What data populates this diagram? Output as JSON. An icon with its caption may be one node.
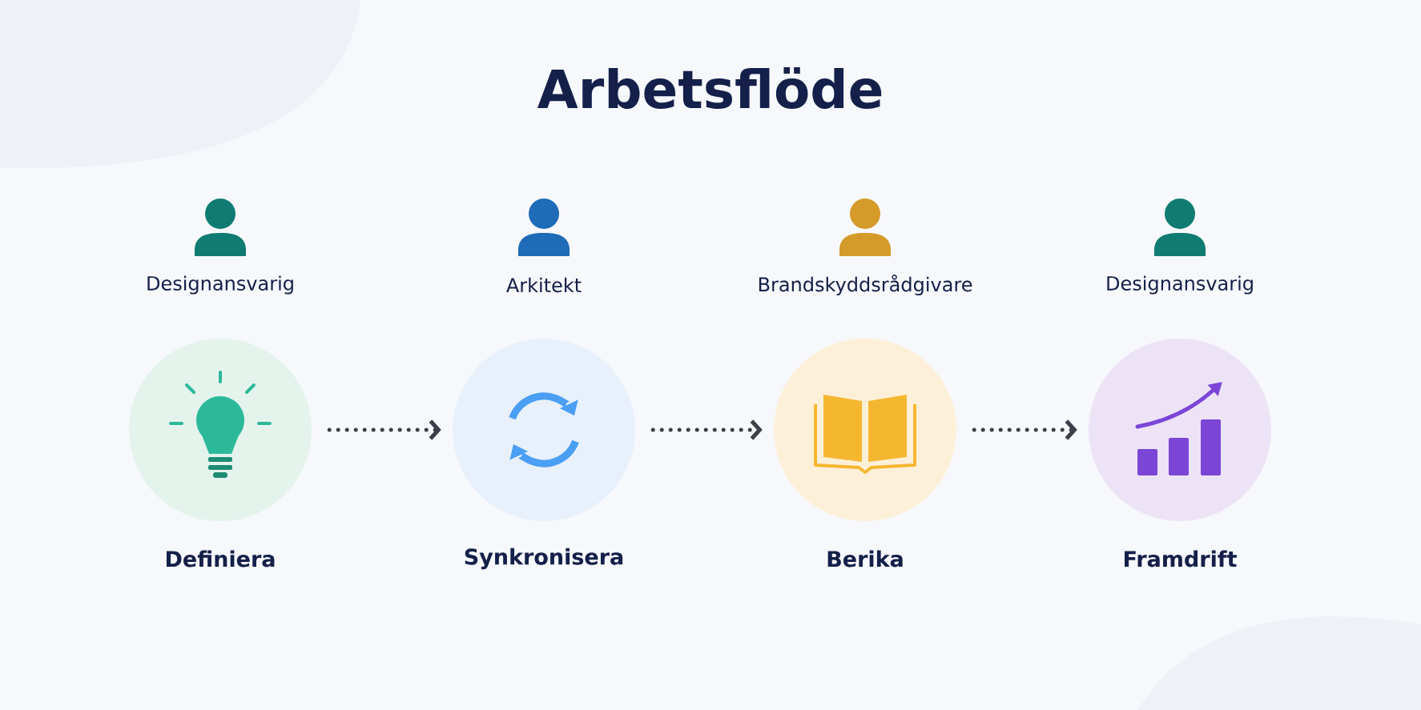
{
  "diagram": {
    "title": "Arbetsflöde",
    "nodes": [
      {
        "text": [
          "Definiera"
        ],
        "beside": [
          "Designansvarig"
        ]
      },
      {
        "text": [
          "Synkronisera"
        ],
        "beside": [
          "Arkitekt"
        ]
      },
      {
        "text": [
          "Berika"
        ],
        "beside": [
          "Brandskyddsrådgivare"
        ]
      },
      {
        "text": [
          "Framdrift"
        ],
        "beside": [
          "Designansvarig"
        ]
      }
    ],
    "edges": [
      {
        "from": 0,
        "to": 1,
        "arrow": "to",
        "style": "dashed"
      },
      {
        "from": 1,
        "to": 2,
        "arrow": "to",
        "style": "dashed"
      },
      {
        "from": 2,
        "to": 3,
        "arrow": "to",
        "style": "dashed"
      }
    ]
  }
}
